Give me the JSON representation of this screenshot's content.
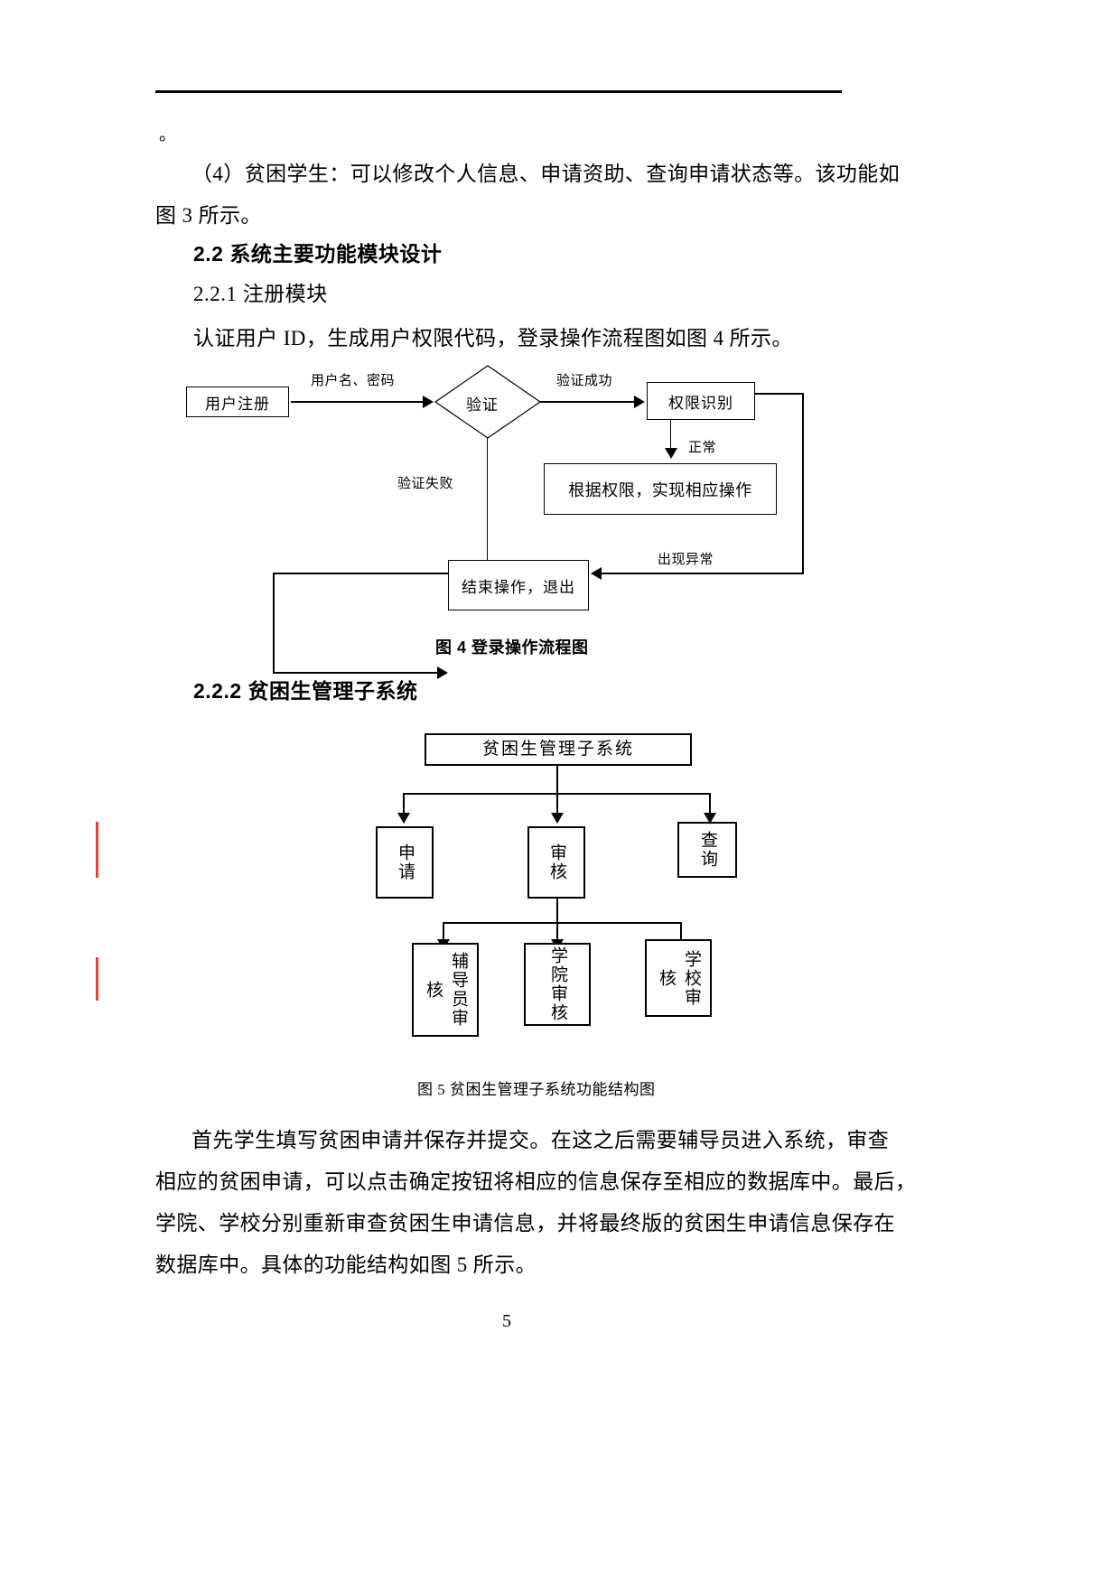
{
  "document": {
    "page_number": "5",
    "stray_mark": "。",
    "paragraphs": {
      "p1_line1": "（4）贫困学生：可以修改个人信息、申请资助、查询申请状态等。该功能如",
      "p1_line2": "图 3 所示。",
      "heading_2_2": "2.2 系统主要功能模块设计",
      "heading_2_2_1": "2.2.1 注册模块",
      "p2": "认证用户 ID，生成用户权限代码，登录操作流程图如图 4 所示。",
      "heading_2_2_2": "2.2.2 贫困生管理子系统",
      "p3_line1": "首先学生填写贫困申请并保存并提交。在这之后需要辅导员进入系统，审查",
      "p3_line2": "相应的贫困申请，可以点击确定按钮将相应的信息保存至相应的数据库中。最后，",
      "p3_line3": "学院、学校分别重新审查贫困生申请信息，并将最终版的贫困生申请信息保存在",
      "p3_line4": "数据库中。具体的功能结构如图 5 所示。"
    }
  },
  "figure4": {
    "caption": "图 4 登录操作流程图",
    "nodes": {
      "start": "用户注册",
      "decision": "验证",
      "auth": "权限识别",
      "operate": "根据权限，实现相应操作",
      "end": "结束操作，退出"
    },
    "edge_labels": {
      "credentials": "用户名、密码",
      "verify_success": "验证成功",
      "verify_fail": "验证失败",
      "normal": "正常",
      "exception": "出现异常"
    }
  },
  "figure5": {
    "caption": "图 5 贫困生管理子系统功能结构图",
    "root": "贫困生管理子系统",
    "level2": [
      "申请",
      "审核",
      "查询"
    ],
    "level3": [
      "辅导员审核",
      "学院审核",
      "学校审核"
    ]
  },
  "colors": {
    "text": "#000000",
    "change_bar": "#e8403a",
    "rule": "#000000"
  }
}
